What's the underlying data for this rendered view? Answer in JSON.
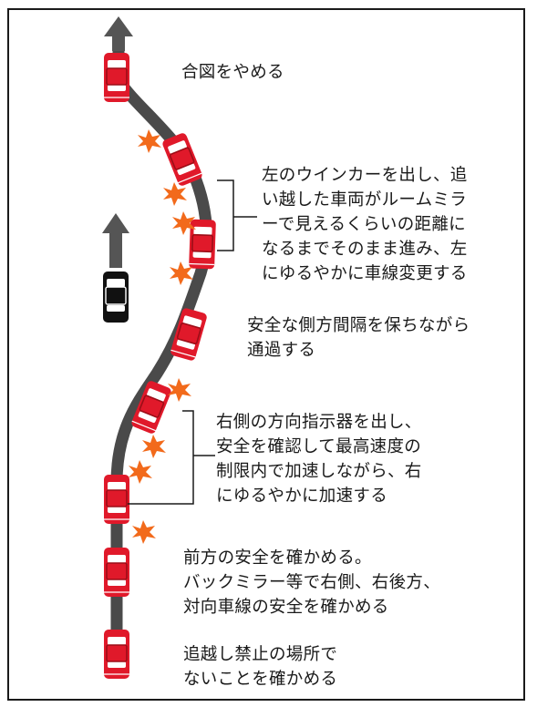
{
  "colors": {
    "road": "#4a4a4a",
    "car_red": "#e0192a",
    "car_red_dark": "#9c0d17",
    "car_black": "#111111",
    "turn_signal": "#f26a1b",
    "arrow": "#555555",
    "text": "#1a1a1a"
  },
  "steps": {
    "stop_signal": "合図をやめる",
    "signal_left": "左のウインカーを出し、追\nい越した車両がルームミラ\nーで見えるくらいの距離に\nなるまでそのまま進み、左\nにゆるやかに車線変更する",
    "keep_distance": "安全な側方間隔を保ちながら\n通過する",
    "signal_right": "右側の方向指示器を出し、\n安全を確認して最高速度の\n制限内で加速しながら、右\nにゆるやかに加速する",
    "check_safety": "前方の安全を確かめる。\nバックミラー等で右側、右後方、\n対向車線の安全を確かめる",
    "check_zone": "追越し禁止の場所で\nないことを確かめる"
  }
}
